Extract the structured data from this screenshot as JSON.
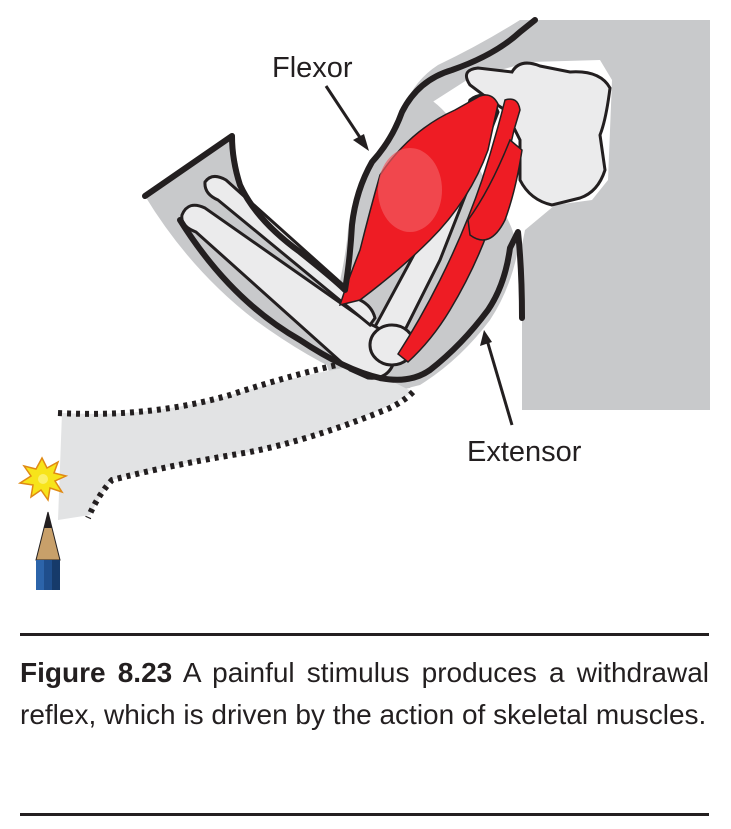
{
  "labels": {
    "flexor": "Flexor",
    "extensor": "Extensor"
  },
  "caption": {
    "number": "Figure 8.23",
    "text": "A painful stimulus produces a withdrawal reflex, which is driven by the action of skeletal muscles."
  },
  "colors": {
    "muscle": "#ee1c24",
    "skin": "#c8c9cb",
    "bone": "#ebebec",
    "outline": "#231f20",
    "pencil_body": "#1f4e8c",
    "pencil_wood": "#c8a06a",
    "spark": "#f7e41a"
  },
  "icons": {
    "stimulus": "pain-spark-icon",
    "tool": "pencil-icon"
  }
}
